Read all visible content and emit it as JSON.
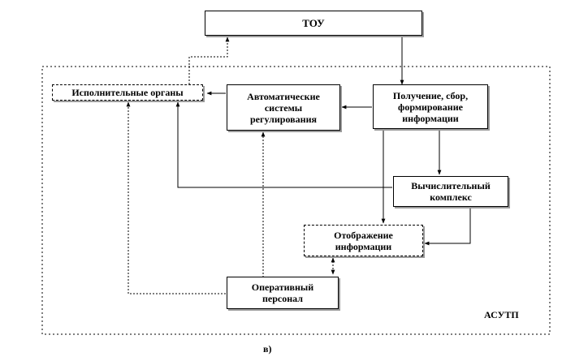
{
  "nodes": {
    "tou": "ТОУ",
    "actuators": "Исполнительные органы",
    "auto_regulation": "Автоматические системы регулирования",
    "acquisition": "Получение, сбор, формирование информации",
    "computing": "Вычислительный комплекс",
    "display": "Отображение информации",
    "operators": "Оперативный персонал"
  },
  "system_label": "АСУТП",
  "figure_label": "в)"
}
